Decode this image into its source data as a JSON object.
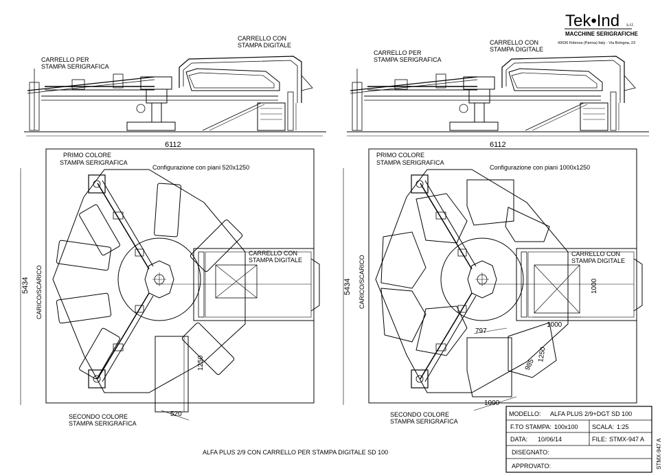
{
  "logo": {
    "brand": "Tek•Ind",
    "suffix": "s.r.l.",
    "tagline": "MACCHINE SERIGRAFICHE",
    "address": "43036 Fidenza (Parma) Italy - Via Bologna, 23"
  },
  "left_elevation": {
    "label_serigraphy": [
      "CARRELLO PER",
      "STAMPA SERIGRAFICA"
    ],
    "label_digital": [
      "CARRELLO CON",
      "STAMPA DIGITALE"
    ],
    "dimension": "6112"
  },
  "right_elevation": {
    "label_serigraphy": [
      "CARRELLO PER",
      "STAMPA SERIGRAFICA"
    ],
    "label_digital": [
      "CARRELLO CON",
      "STAMPA DIGITALE"
    ],
    "dimension": "6112"
  },
  "left_plan": {
    "config_title": "Configurazione con piani 520x1250",
    "first_color": [
      "PRIMO COLORE",
      "STAMPA SERIGRAFICA"
    ],
    "second_color": [
      "SECONDO COLORE",
      "STAMPA SERIGRAFICA"
    ],
    "digital": [
      "CARRELLO CON",
      "STAMPA DIGITALE"
    ],
    "load_unload": "CARICO/SCARICO",
    "height_dim": "5434",
    "dim_1250": "1250",
    "dim_520": "520"
  },
  "right_plan": {
    "config_title": "Configurazione con piani 1000x1250",
    "first_color": [
      "PRIMO COLORE",
      "STAMPA SERIGRAFICA"
    ],
    "second_color": [
      "SECONDO COLORE",
      "STAMPA SERIGRAFICA"
    ],
    "digital": [
      "CARRELLO CON",
      "STAMPA DIGITALE"
    ],
    "load_unload": "CARICO/SCARICO",
    "height_dim": "5434",
    "dim_1000_v": "1000",
    "dim_1000_h": "1000",
    "dim_797": "797",
    "dim_985": "985",
    "dim_1250": "1250",
    "dim_1000_b": "1000"
  },
  "caption": "ALFA PLUS 2/9   CON CARRELLO PER STAMPA DIGITALE SD 100",
  "title_block": {
    "modello_label": "MODELLO:",
    "modello_value": "ALFA PLUS 2/9+DGT SD 100",
    "fto_label": "F.TO STAMPA:",
    "fto_value": "100x100",
    "scala_label": "SCALA:",
    "scala_value": "1:25",
    "data_label": "DATA:",
    "data_value": "10/06/14",
    "file_label": "FILE:",
    "file_value": "STMX-947 A",
    "disegnato_label": "DISEGNATO:",
    "approvato_label": "APPROVATO:",
    "side_code": "STMX-947 A"
  }
}
